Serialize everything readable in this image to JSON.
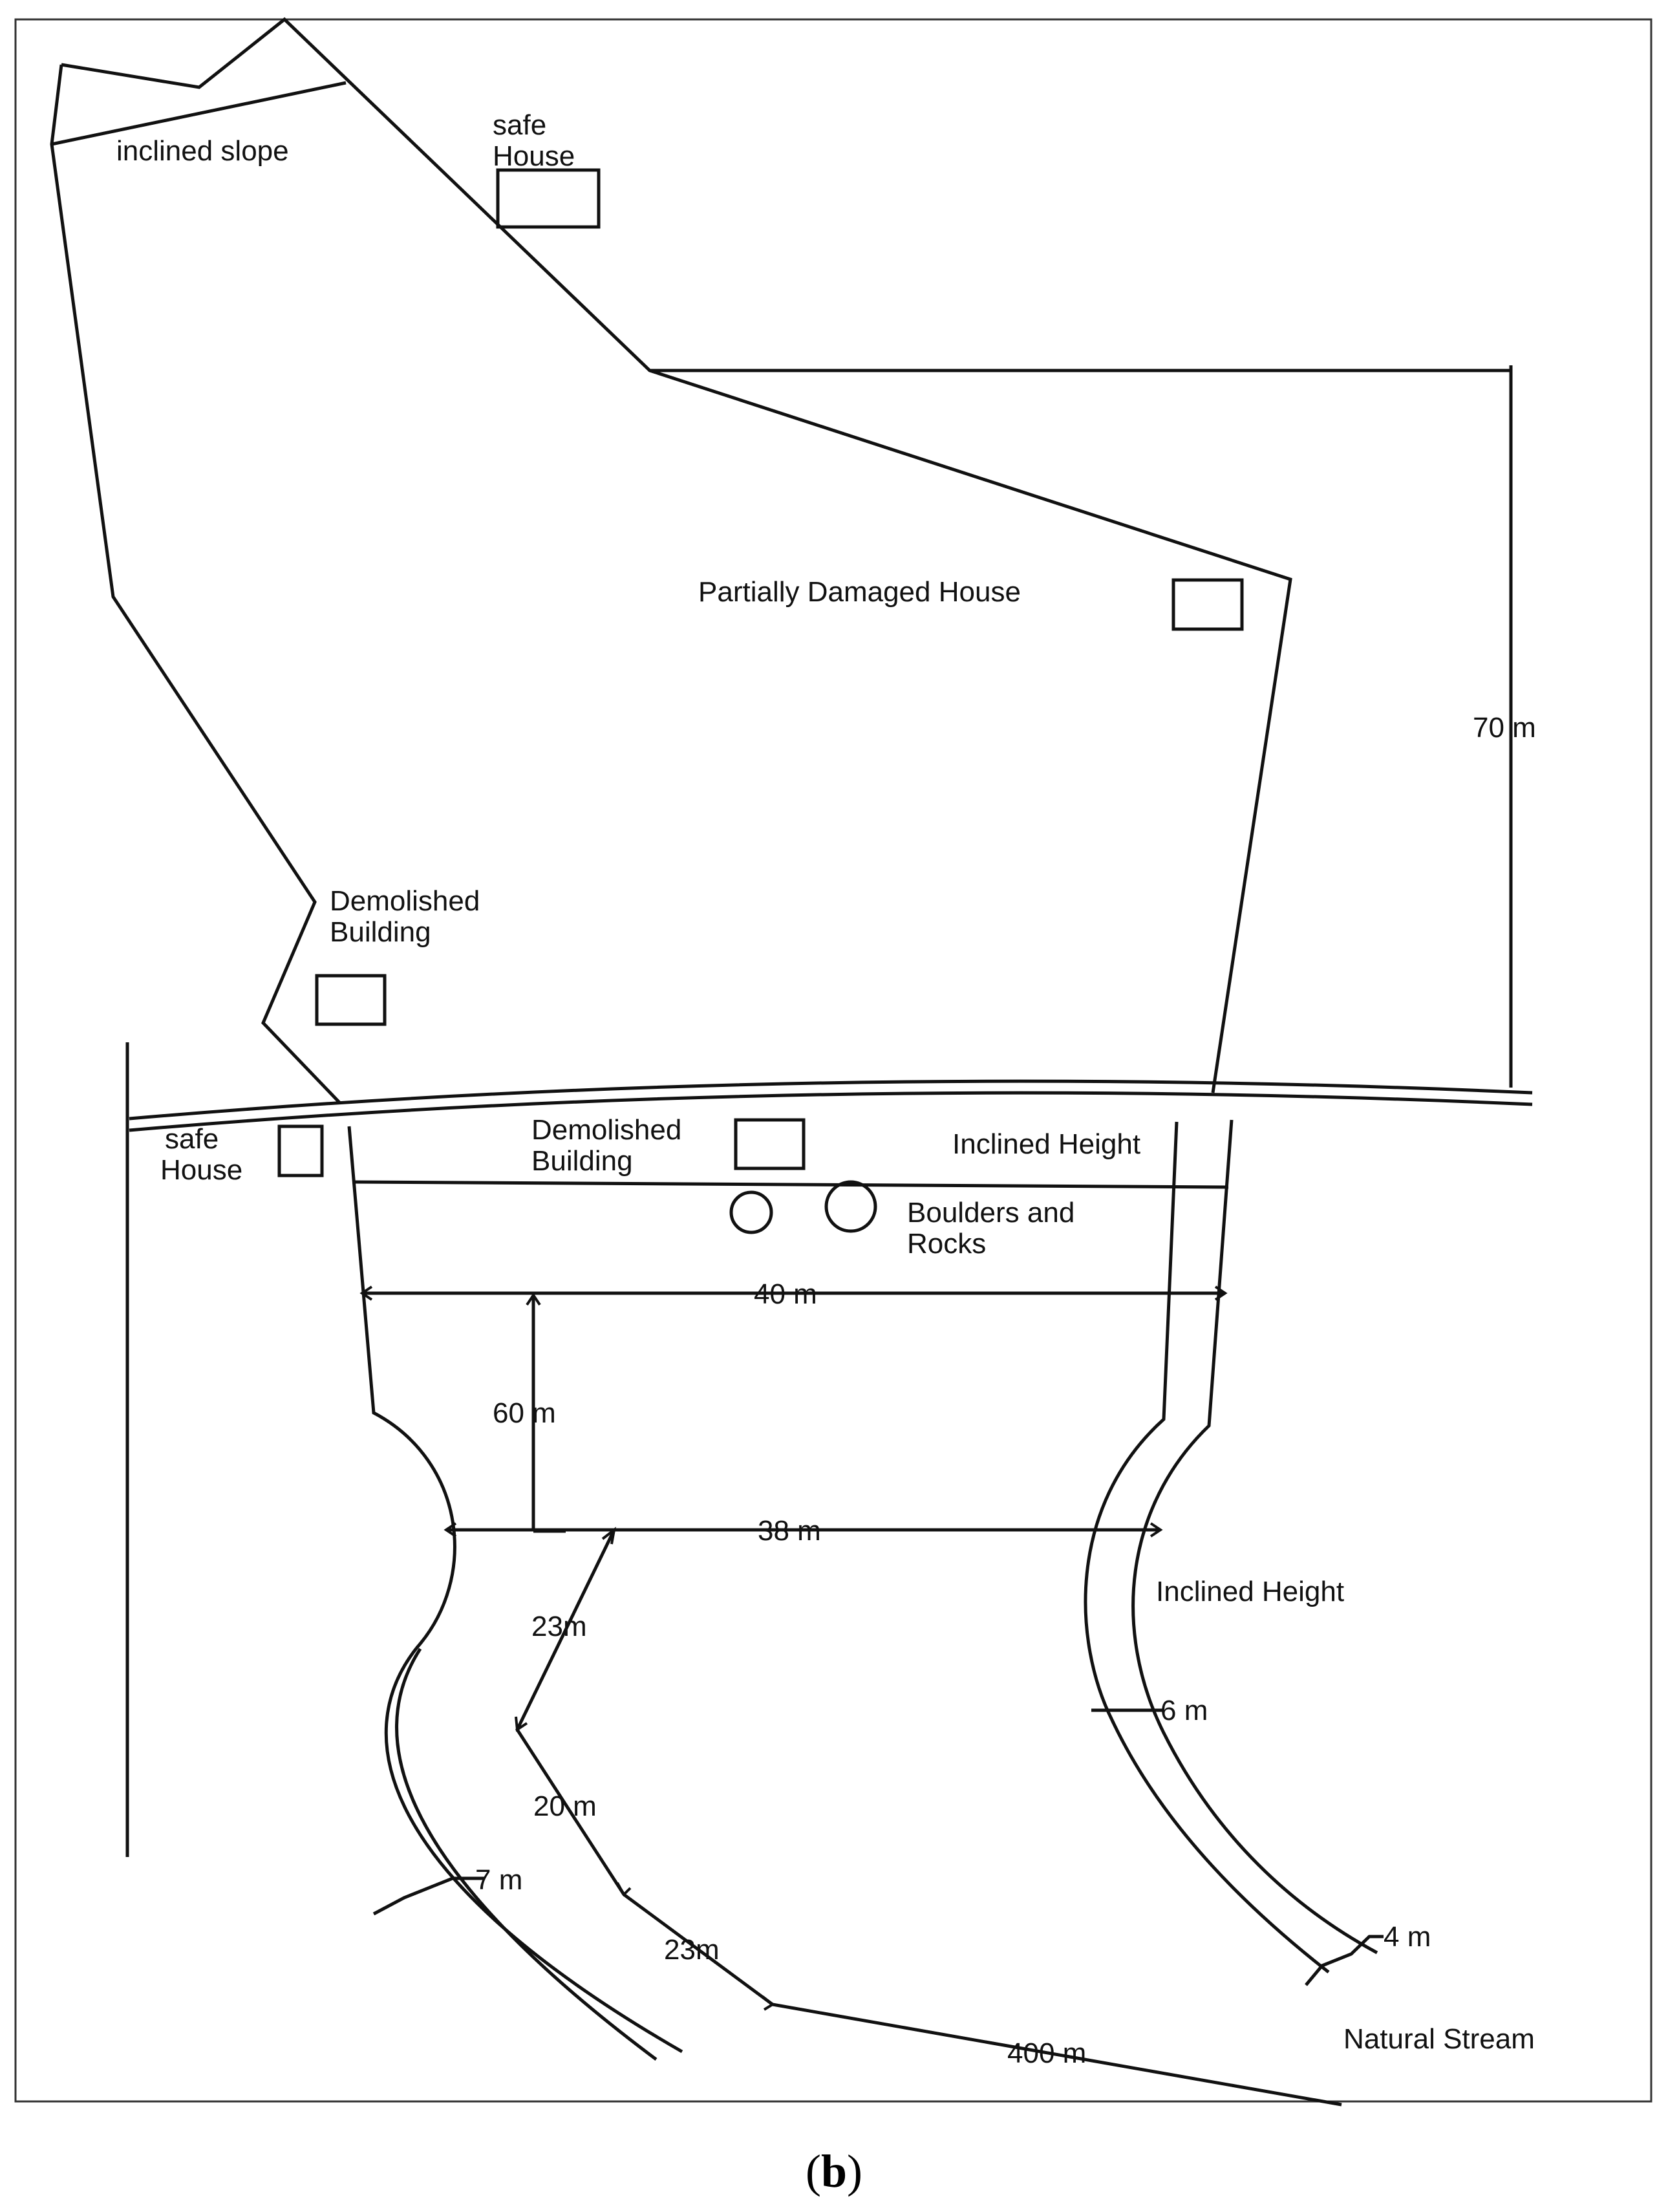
{
  "labels": {
    "inclined_slope": "inclined slope",
    "safe_house_top_1": "safe",
    "safe_house_top_2": "House",
    "partially_damaged_house": "Partially Damaged House",
    "dim_70m": "70 m",
    "demolished_building_upper_1": "Demolished",
    "demolished_building_upper_2": "Building",
    "safe_house_lower_1": "safe",
    "safe_house_lower_2": "House",
    "demolished_building_lower_1": "Demolished",
    "demolished_building_lower_2": "Building",
    "inclined_height_top": "Inclined Height",
    "boulders_1": "Boulders and",
    "boulders_2": "Rocks",
    "dim_40m": "40 m",
    "dim_60m": "60 m",
    "dim_38m": "38 m",
    "inclined_height_mid": "Inclined Height",
    "dim_23m_a": "23m",
    "dim_6m": "6 m",
    "dim_20m": "20 m",
    "dim_7m": "7 m",
    "dim_23m_b": "23m",
    "dim_4m": "4 m",
    "natural_stream": "Natural Stream",
    "dim_400m": "400 m"
  },
  "caption": {
    "open": "(",
    "letter": "b",
    "close": ")"
  }
}
